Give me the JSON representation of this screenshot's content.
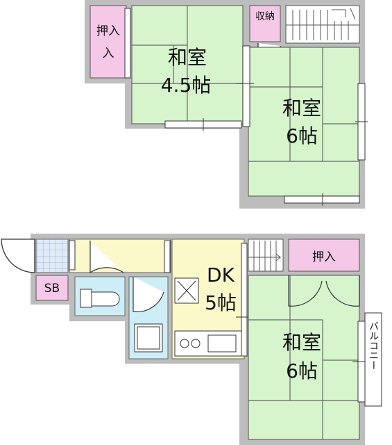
{
  "upper_floor": {
    "rooms": [
      {
        "label_1": "和室",
        "label_2": "4.5帖"
      },
      {
        "label_1": "和室",
        "label_2": "6帖"
      }
    ],
    "closet": "押入",
    "storage": "収納"
  },
  "lower_floor": {
    "dk": {
      "label_1": "DK",
      "label_2": "5帖"
    },
    "room": {
      "label_1": "和室",
      "label_2": "6帖"
    },
    "closet": "押入",
    "sb": "SB",
    "balcony": "バルコニー"
  },
  "colors": {
    "wall": "#bdbdbd",
    "tatami": "#d6f5cc",
    "closet": "#f5c8e8",
    "kitchen": "#fbf8c9",
    "bath": "#cdeef7",
    "entrance_tile": "#dce8f7"
  }
}
